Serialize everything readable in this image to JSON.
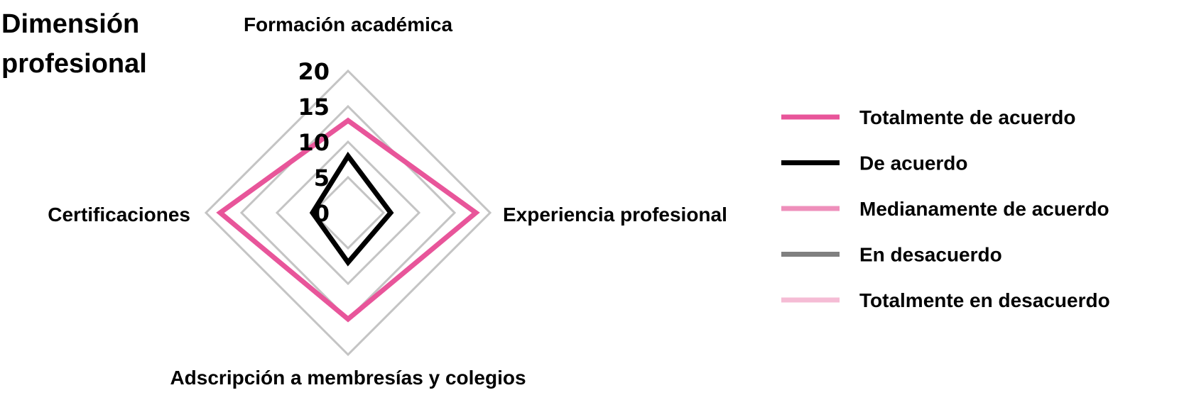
{
  "chart_data": {
    "type": "radar",
    "title": "Dimensión profesional",
    "axes": [
      "Formación académica",
      "Experiencia profesional",
      "Adscripción a membresías y colegios",
      "Certificaciones"
    ],
    "rlim": [
      0,
      20
    ],
    "ticks": [
      "0",
      "5",
      "10",
      "15",
      "20"
    ],
    "tick_values": [
      0,
      5,
      10,
      15,
      20
    ],
    "grid": true,
    "legend_position": "right",
    "series": [
      {
        "name": "Totalmente de acuerdo",
        "values": [
          13,
          18,
          15,
          18
        ],
        "color": "#e8559a"
      },
      {
        "name": "De acuerdo",
        "values": [
          8,
          6,
          7,
          5
        ],
        "color": "#000000"
      },
      {
        "name": "Medianamente de acuerdo",
        "values": [
          0,
          0,
          0,
          0
        ],
        "color": "#ee8fbb"
      },
      {
        "name": "En desacuerdo",
        "values": [
          0,
          0,
          0,
          0
        ],
        "color": "#808080"
      },
      {
        "name": "Totalmente en desacuerdo",
        "values": [
          0,
          0,
          0,
          0
        ],
        "color": "#f5bcd5"
      }
    ]
  }
}
